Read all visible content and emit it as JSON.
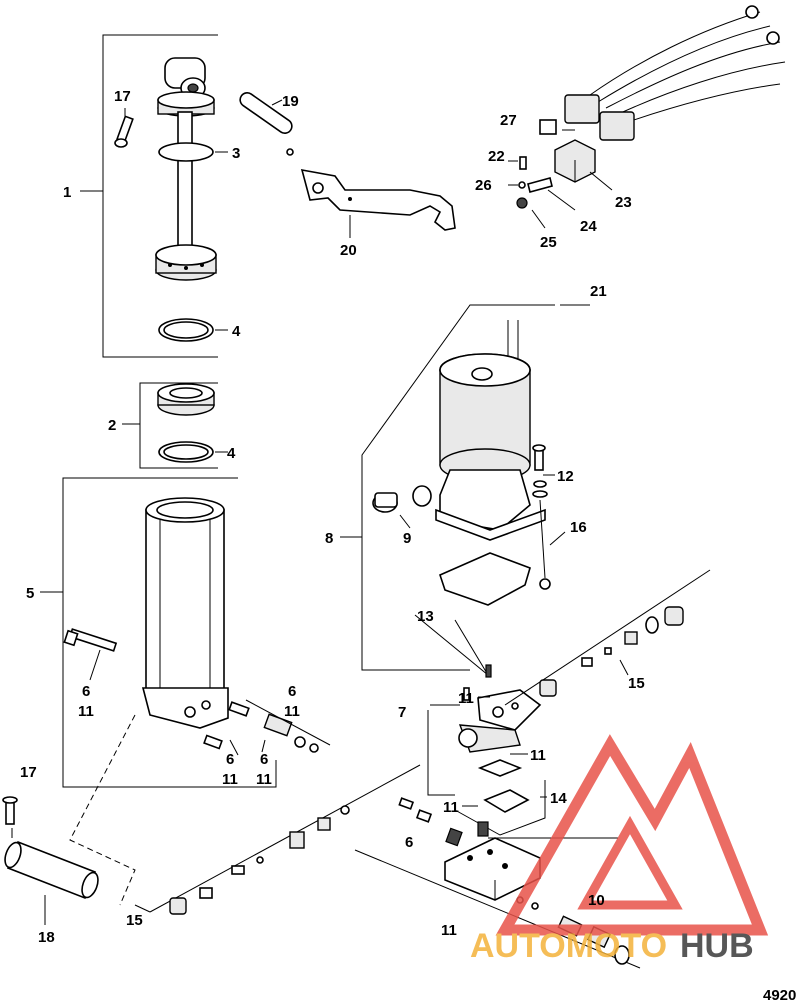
{
  "diagram": {
    "figure_number": "4920",
    "callouts": [
      {
        "id": "c1",
        "text": "1"
      },
      {
        "id": "c2",
        "text": "2"
      },
      {
        "id": "c3",
        "text": "3"
      },
      {
        "id": "c4a",
        "text": "4"
      },
      {
        "id": "c4b",
        "text": "4"
      },
      {
        "id": "c5",
        "text": "5"
      },
      {
        "id": "c6a",
        "text": "6"
      },
      {
        "id": "c11a",
        "text": "11"
      },
      {
        "id": "c6b",
        "text": "6"
      },
      {
        "id": "c11b",
        "text": "11"
      },
      {
        "id": "c6c",
        "text": "6"
      },
      {
        "id": "c11c",
        "text": "11"
      },
      {
        "id": "c6d",
        "text": "6"
      },
      {
        "id": "c11d",
        "text": "11"
      },
      {
        "id": "c7",
        "text": "7"
      },
      {
        "id": "c8",
        "text": "8"
      },
      {
        "id": "c9",
        "text": "9"
      },
      {
        "id": "c10",
        "text": "10"
      },
      {
        "id": "c11e",
        "text": "11"
      },
      {
        "id": "c11f",
        "text": "11"
      },
      {
        "id": "c11g",
        "text": "11"
      },
      {
        "id": "c11h",
        "text": "11"
      },
      {
        "id": "c6e",
        "text": "6"
      },
      {
        "id": "c12",
        "text": "12"
      },
      {
        "id": "c13",
        "text": "13"
      },
      {
        "id": "c14",
        "text": "14"
      },
      {
        "id": "c15a",
        "text": "15"
      },
      {
        "id": "c15b",
        "text": "15"
      },
      {
        "id": "c16",
        "text": "16"
      },
      {
        "id": "c17a",
        "text": "17"
      },
      {
        "id": "c17b",
        "text": "17"
      },
      {
        "id": "c18",
        "text": "18"
      },
      {
        "id": "c19",
        "text": "19"
      },
      {
        "id": "c20",
        "text": "20"
      },
      {
        "id": "c21",
        "text": "21"
      },
      {
        "id": "c22",
        "text": "22"
      },
      {
        "id": "c23",
        "text": "23"
      },
      {
        "id": "c24",
        "text": "24"
      },
      {
        "id": "c25",
        "text": "25"
      },
      {
        "id": "c26",
        "text": "26"
      },
      {
        "id": "c27",
        "text": "27"
      }
    ]
  },
  "watermark": {
    "text_a": "AUTOMOTO",
    "text_b": "HUB",
    "color_red": "#e8534a",
    "color_gold": "#f4b23a",
    "color_dark": "#3a3a3a"
  }
}
